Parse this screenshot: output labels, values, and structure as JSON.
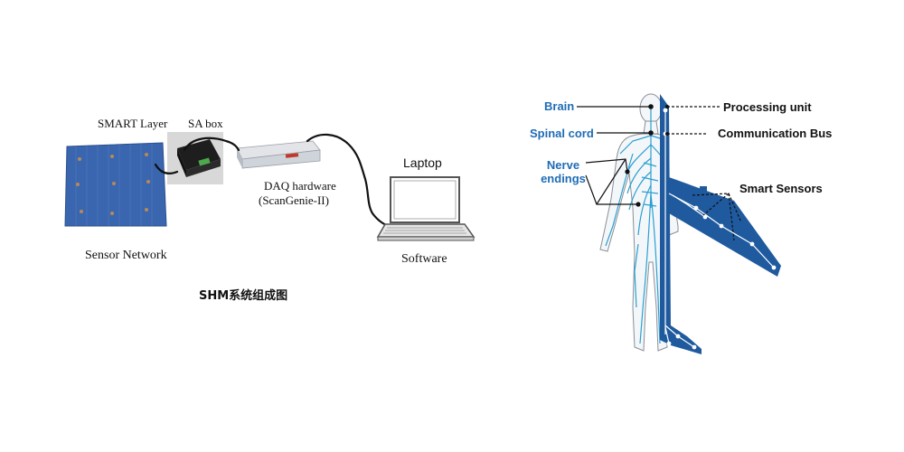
{
  "left": {
    "smart_layer": "SMART Layer",
    "sa_box": "SA box",
    "daq_line1": "DAQ hardware",
    "daq_line2": "(ScanGenie-II)",
    "laptop": "Laptop",
    "sensor_network": "Sensor Network",
    "software": "Software",
    "caption": "SHM系统组成图"
  },
  "right": {
    "brain": "Brain",
    "spinal_cord": "Spinal cord",
    "nerve_line1": "Nerve",
    "nerve_line2": "endings",
    "processing_unit": "Processing unit",
    "communication_bus": "Communication Bus",
    "smart_sensors": "Smart Sensors"
  },
  "colors": {
    "panel_blue": "#3a66b0",
    "aircraft_blue": "#1f5a9e",
    "label_blue": "#1f6cb4",
    "nerve_blue": "#2a9fd0"
  }
}
